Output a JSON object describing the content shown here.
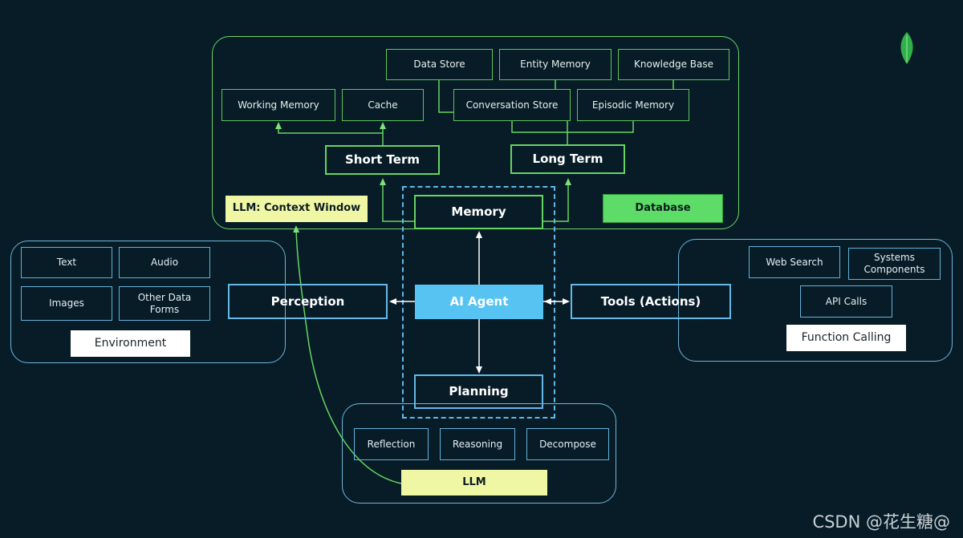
{
  "memory_section": {
    "data_store": "Data Store",
    "entity_memory": "Entity Memory",
    "knowledge_base": "Knowledge Base",
    "working_memory": "Working Memory",
    "cache": "Cache",
    "conversation_store": "Conversation Store",
    "episodic_memory": "Episodic Memory",
    "short_term": "Short Term",
    "long_term": "Long Term",
    "context_window": "LLM: Context Window",
    "database": "Database"
  },
  "core": {
    "memory": "Memory",
    "agent": "AI Agent",
    "perception": "Perception",
    "tools": "Tools (Actions)",
    "planning": "Planning"
  },
  "environment": {
    "text": "Text",
    "audio": "Audio",
    "images": "Images",
    "other_data_forms": "Other Data Forms",
    "label": "Environment"
  },
  "tools_section": {
    "web_search": "Web Search",
    "systems_components": "Systems Components",
    "api_calls": "API Calls",
    "label": "Function Calling"
  },
  "llm_section": {
    "reflection": "Reflection",
    "reasoning": "Reasoning",
    "decompose": "Decompose",
    "label": "LLM"
  },
  "watermark": "CSDN @花生糖@",
  "colors": {
    "background": "#071c27",
    "memory_green": "#66d460",
    "agent_blue": "#56c3f3",
    "panel_blue": "#6fb6dc",
    "highlight_yellow": "#f0f7a4",
    "database_green": "#5ddc68"
  },
  "icons": [
    "leaf-logo-icon"
  ]
}
